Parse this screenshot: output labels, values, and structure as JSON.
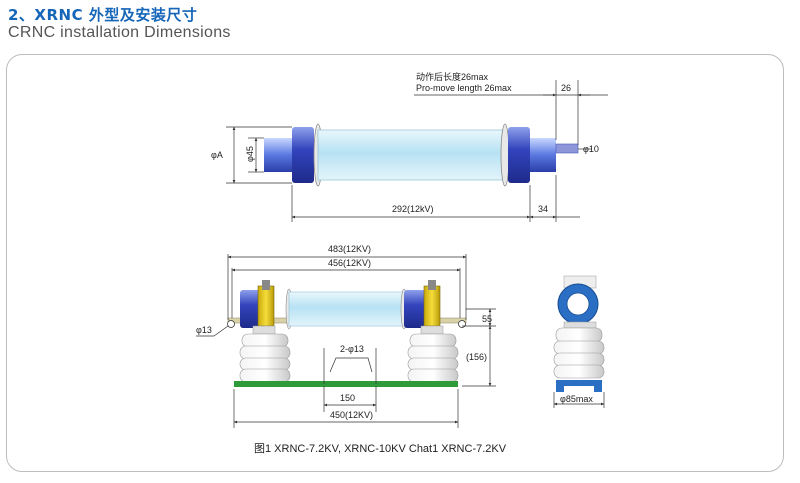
{
  "header": {
    "title_cn": "2、XRNC 外型及安装尺寸",
    "title_en": "CRNC installation Dimensions"
  },
  "top_view": {
    "pro_move_cn": "动作后长度26max",
    "pro_move_en": "Pro-move length 26max",
    "dim_26": "26",
    "dim_phi10": "φ10",
    "dim_phiA": "φA",
    "dim_phi45": "φ45",
    "dim_292": "292(12kV)",
    "dim_34": "34"
  },
  "mount_view": {
    "dim_483": "483(12KV)",
    "dim_456": "456(12KV)",
    "dim_phi13": "φ13",
    "dim_55": "55",
    "dim_156": "(156)",
    "dim_2phi13": "2-φ13",
    "dim_150": "150",
    "dim_450": "450(12KV)"
  },
  "side_view": {
    "dim_85max": "φ85max"
  },
  "caption": "图1 XRNC-7.2KV, XRNC-10KV Chat1 XRNC-7.2KV",
  "colors": {
    "heading": "#1565b8",
    "fuse_body": "#bfe6f5",
    "end_cap": "#3848c0",
    "insulator_base": "#2e9a3a",
    "clamp": "#e0c21a"
  }
}
